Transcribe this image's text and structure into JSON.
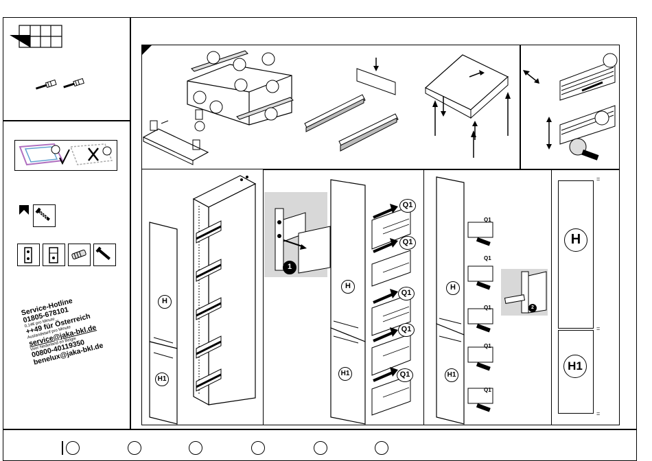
{
  "service": {
    "title": "Service-Hotline",
    "phone_de": "01805-678101",
    "rate": "0,14€ pro Minute",
    "phone_at": "++49 für Österreich",
    "foreign_rate": "Auslandstarif pro Minute",
    "email_de": "service@jaka-bkl.de",
    "nl_be": "Voor Nederland en Belgie",
    "phone_nl": "00800-40119350",
    "email_nl": "benelux@jaka-bkl.de"
  },
  "labels": {
    "h": "H",
    "h1": "H1",
    "q1": "Q1",
    "step1": "1",
    "step2": "2",
    "eq": "="
  },
  "footer": {
    "slots": [
      "",
      "",
      "",
      "",
      "",
      ""
    ]
  }
}
